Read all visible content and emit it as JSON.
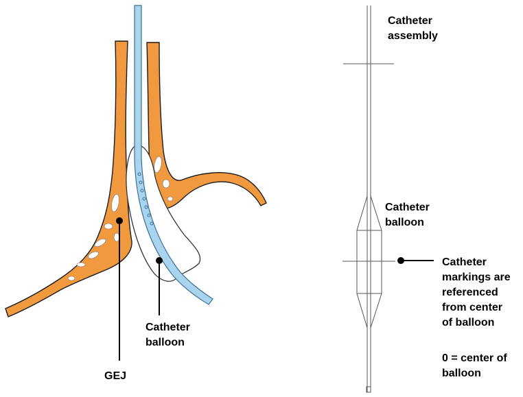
{
  "labels": {
    "catheter_assembly": [
      "Catheter",
      "assembly"
    ],
    "catheter_balloon_right": [
      "Catheter",
      "balloon"
    ],
    "catheter_markings": [
      "Catheter",
      "markings are",
      "referenced",
      "from center",
      "of balloon"
    ],
    "zero_center": [
      "0 = center of",
      "balloon"
    ],
    "catheter_balloon_left": [
      "Catheter",
      "balloon"
    ],
    "gej": "GEJ"
  },
  "colors": {
    "tissue_fill": "#F0993F",
    "tissue_outline": "#1a1a1a",
    "catheter_fill": "#A9D4EE",
    "catheter_outline": "#3a6f94",
    "balloon_outline": "#333333",
    "schematic_line": "#555555",
    "pointer": "#000000"
  }
}
